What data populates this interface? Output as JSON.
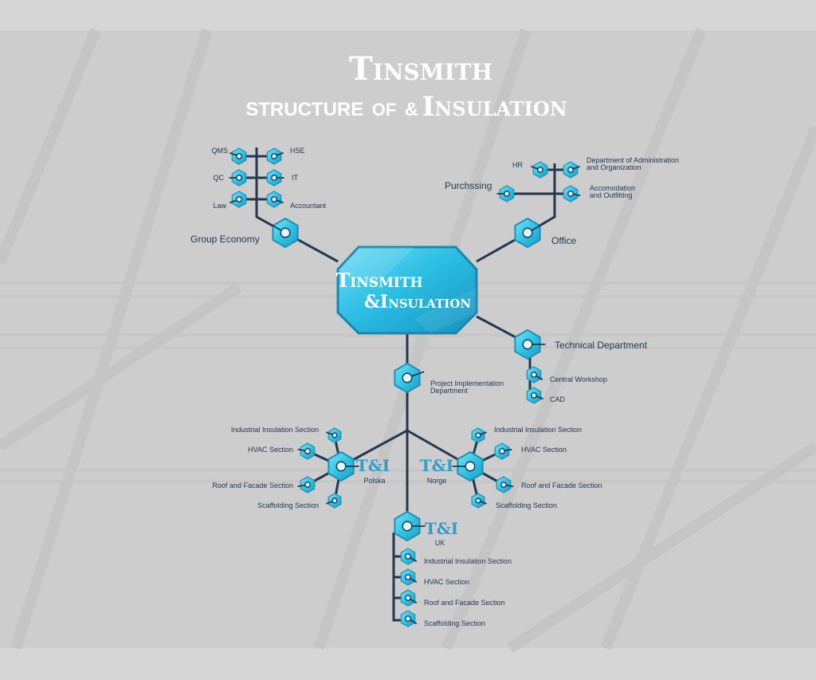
{
  "title": {
    "line1": "Tinsmith",
    "line2_a": "STRUCTURE",
    "line2_b": "OF",
    "line2_c": "&",
    "line2_d": "Insulation"
  },
  "center": {
    "line1": "Tinsmith",
    "line2": "&Insulation"
  },
  "group_economy": {
    "label": "Group Economy",
    "left_items": [
      "QMS",
      "QC",
      "Law"
    ],
    "right_items": [
      "HSE",
      "IT",
      "Accountant"
    ]
  },
  "office": {
    "label": "Office",
    "hr": "HR",
    "admin_line1": "Department of Administration",
    "admin_line2": "and Organization",
    "purchasing": "Purchssing",
    "acc_line1": "Accomodation",
    "acc_line2": "and Outfitting"
  },
  "technical": {
    "label": "Technical Department",
    "items": [
      "Central Workshop",
      "CAD"
    ]
  },
  "project": {
    "line1": "Project Implementation",
    "line2": "Department"
  },
  "polska": {
    "logo": "T&I",
    "label": "Polska",
    "items": [
      "Industrial Insulation Section",
      "HVAC Section",
      "Roof and Facade Section",
      "Scaffolding Section"
    ]
  },
  "norge": {
    "logo": "T&I",
    "label": "Norge",
    "items": [
      "Industrial Insulation Section",
      "HVAC Section",
      "Roof and Facade Section",
      "Scaffolding Section"
    ]
  },
  "uk": {
    "logo": "T&I",
    "label": "UK",
    "items": [
      "Industrial Insulation Section",
      "HVAC Section",
      "Roof and Facade Section",
      "Scaffolding Section"
    ]
  },
  "colors": {
    "node_fill": "#2fc4e6",
    "node_stroke": "#1f8fb4",
    "line": "#22384f",
    "background": "#d4d4d4"
  }
}
